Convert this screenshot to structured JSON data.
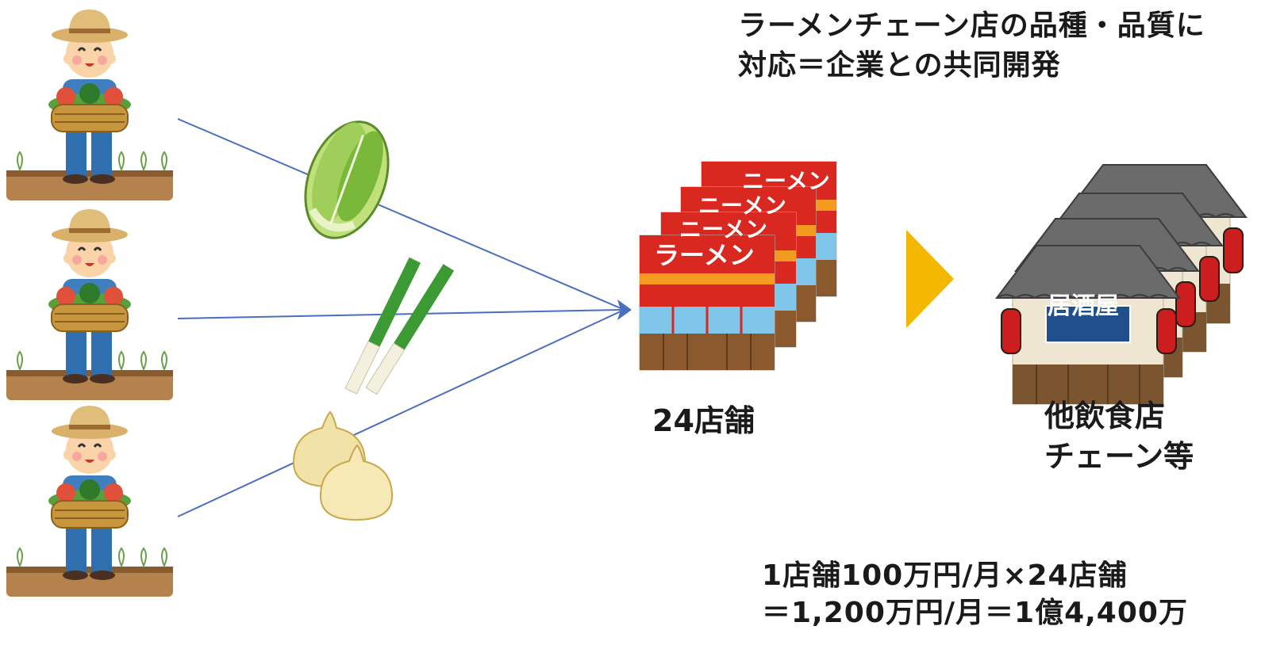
{
  "headline": {
    "line1": "ラーメンチェーン店の品種・品質に",
    "line2": "対応＝企業との共同開発"
  },
  "ramen": {
    "store_count": "24店舗",
    "sign_text": "ラーメン",
    "sign_text_back": "ニーメン"
  },
  "other_chains": {
    "line1": "他飲食店",
    "line2": "チェーン等"
  },
  "izakaya": {
    "sign_text": "居酒屋"
  },
  "calculation": {
    "line1": "1店舗100万円/月×24店舗",
    "line2": "＝1,200万円/月＝1億4,400万"
  },
  "colors": {
    "arrow_line": "#4a6fbf",
    "next_arrow": "#f5b800",
    "ramen_red": "#d9281f",
    "roof_gray": "#6b6b6b"
  }
}
